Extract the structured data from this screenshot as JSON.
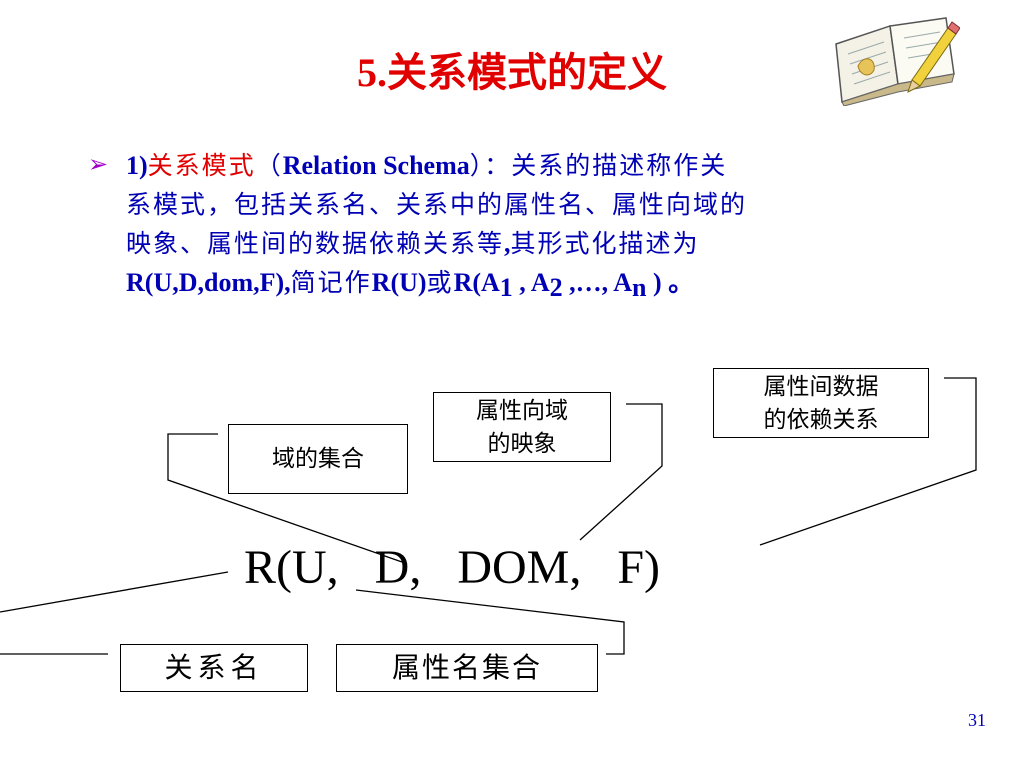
{
  "slide": {
    "title": "5.关系模式的定义",
    "bullet": {
      "marker": "➢",
      "num": "1)",
      "term": "关系模式",
      "l1_a": "（",
      "l1_b": "Relation Schema",
      "l1_c": "）：关系的描述称作关",
      "line2": "系模式，包括关系名、关系中的属性名、属性向域的",
      "l3_a": "映象、属性间的数据依赖关系等",
      "l3_b": ",",
      "l3_c": "其形式化描述为",
      "l4_a": "R(U,D,dom,F),",
      "l4_b": "简记作",
      "l4_c": "R(U)",
      "l4_d": "或",
      "l4_e": "R(A",
      "l4_sub1": "1",
      "l4_f": " , A",
      "l4_sub2": "2",
      "l4_g": " ,…, A",
      "l4_subn": "n",
      "l4_h": " ) 。"
    },
    "formula": "R(U,   D,   DOM,   F)",
    "boxes": {
      "domain_set_label": "域的集合",
      "attr_domain_map_l1": "属性向域",
      "attr_domain_map_l2": "的映象",
      "attr_dependency_l1": "属性间数据",
      "attr_dependency_l2": "的依赖关系",
      "relation_name_label": "关系名",
      "attr_name_set_label": "属性名集合"
    },
    "page_number": "31"
  }
}
